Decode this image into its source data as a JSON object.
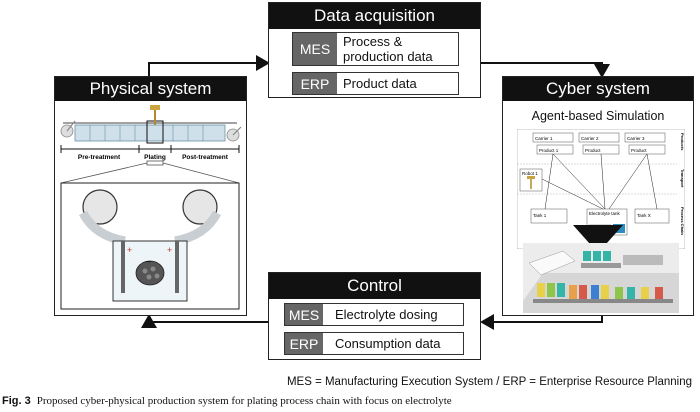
{
  "data_acquisition": {
    "title": "Data acquisition",
    "rows": [
      {
        "tag": "MES",
        "text_line1": "Process &",
        "text_line2": "production data"
      },
      {
        "tag": "ERP",
        "text": "Product data"
      }
    ]
  },
  "physical_system": {
    "title": "Physical system",
    "stages": [
      "Pre-treatment",
      "Plating",
      "Post-treatment"
    ]
  },
  "cyber_system": {
    "title": "Cyber system",
    "subtitle": "Agent-based Simulation",
    "carriers": [
      "Carrier 1",
      "Carrier 2",
      "Carrier 3"
    ],
    "products": [
      "Product 1",
      "Product",
      "Product"
    ],
    "robot": "Robot 1",
    "tanks": [
      "Tank 1",
      "Electrolyte tank",
      "Tank X"
    ],
    "electrolyte": "Electrolyte",
    "side_labels": [
      "Products",
      "Transport",
      "Process Chain"
    ]
  },
  "control": {
    "title": "Control",
    "rows": [
      {
        "tag": "MES",
        "text": "Electrolyte dosing"
      },
      {
        "tag": "ERP",
        "text": "Consumption data"
      }
    ]
  },
  "legend": "MES = Manufacturing Execution System / ERP = Enterprise Resource Planning",
  "caption": {
    "label": "Fig. 3",
    "text": "Proposed cyber-physical production system for plating process chain with focus on electrolyte"
  }
}
